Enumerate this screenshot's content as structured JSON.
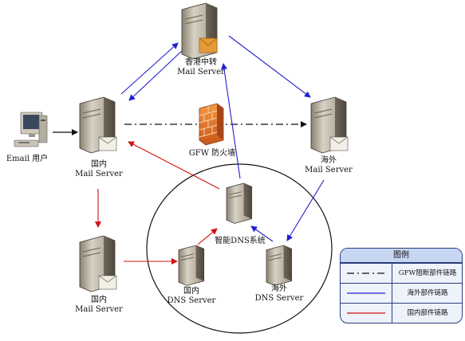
{
  "nodes": {
    "hk": {
      "line1": "香港中转",
      "line2": "Mail Server"
    },
    "firewall": {
      "label": "GFW 防火墙"
    },
    "domestic_mail": {
      "line1": "国内",
      "line2": "Mail Server"
    },
    "overseas_mail": {
      "line1": "海外",
      "line2": "Mail Server"
    },
    "email_user": {
      "label": "Email 用户"
    },
    "smart_dns": {
      "label": "智能DNS系统"
    },
    "dns_domestic": {
      "line1": "国内",
      "line2": "DNS Server"
    },
    "dns_overseas": {
      "line1": "海外",
      "line2": "DNS Server"
    },
    "domestic_mail_2": {
      "line1": "国内",
      "line2": "Mail Server"
    }
  },
  "legend": {
    "title": "图例",
    "items": [
      {
        "label": "GFW阻断部件链路",
        "color": "#111111",
        "style": "dash-dot"
      },
      {
        "label": "海外部件链路",
        "color": "#2020d0",
        "style": "solid"
      },
      {
        "label": "国内部件链路",
        "color": "#d01010",
        "style": "solid"
      }
    ]
  },
  "colors": {
    "blue_link": "#2020d0",
    "red_link": "#d01010",
    "black_link": "#111111",
    "firewall": "#e07020"
  }
}
